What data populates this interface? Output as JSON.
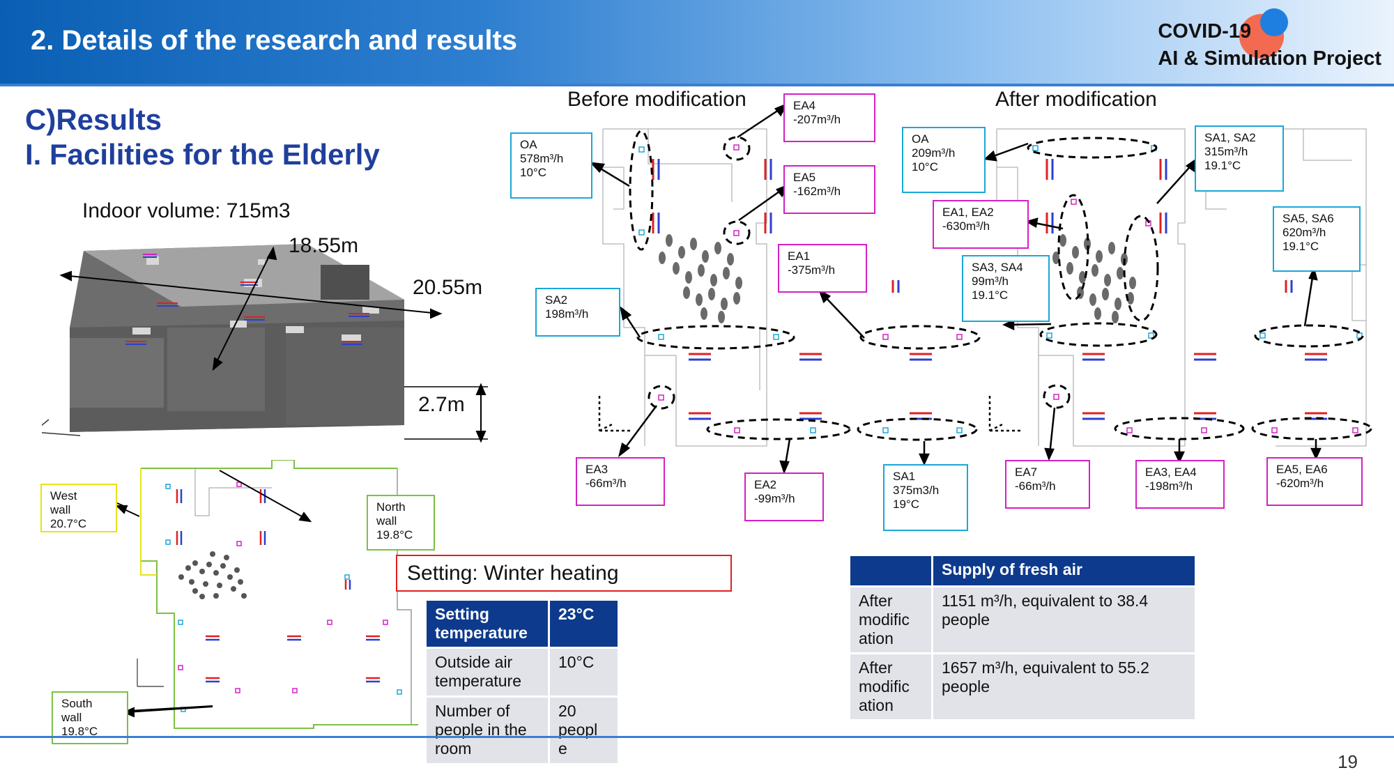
{
  "header": {
    "title": "2. Details of the research and results"
  },
  "logo": {
    "line1": "COVID-19",
    "line2": "AI & Simulation Project"
  },
  "section": {
    "results": "C)Results",
    "facility": "I. Facilities for the Elderly"
  },
  "model": {
    "volume": "Indoor volume: 715m3",
    "dim_a": "18.55m",
    "dim_b": "20.55m",
    "dim_c": "2.7m"
  },
  "walls": {
    "west": {
      "name": "West",
      "kind": "wall",
      "temp": "20.7°C"
    },
    "north": {
      "name": "North",
      "kind": "wall",
      "temp": "19.8°C"
    },
    "south": {
      "name": "South",
      "kind": "wall",
      "temp": "19.8°C"
    }
  },
  "before": {
    "title": "Before modification",
    "oa": {
      "name": "OA",
      "flow": "578m³/h",
      "temp": "10°C"
    },
    "ea4": {
      "name": "EA4",
      "flow": "-207m³/h"
    },
    "ea5": {
      "name": "EA5",
      "flow": "-162m³/h"
    },
    "ea1": {
      "name": "EA1",
      "flow": "-375m³/h"
    },
    "sa2": {
      "name": "SA2",
      "flow": "198m³/h"
    },
    "ea3": {
      "name": "EA3",
      "flow": "-66m³/h"
    },
    "ea2": {
      "name": "EA2",
      "flow": "-99m³/h"
    }
  },
  "after": {
    "title": "After modification",
    "oa": {
      "name": "OA",
      "flow": "209m³/h",
      "temp": "10°C"
    },
    "sa12": {
      "name": "SA1, SA2",
      "flow": "315m³/h",
      "temp": "19.1°C"
    },
    "ea12": {
      "name": "EA1, EA2",
      "flow": "-630m³/h"
    },
    "sa56": {
      "name": "SA5, SA6",
      "flow": "620m³/h",
      "temp": "19.1°C"
    },
    "sa34": {
      "name": "SA3, SA4",
      "flow": "99m³/h",
      "temp": "19.1°C"
    },
    "sa1": {
      "name": "SA1",
      "flow": "375m3/h",
      "temp": "19°C"
    },
    "ea7": {
      "name": "EA7",
      "flow": "-66m³/h"
    },
    "ea34": {
      "name": "EA3, EA4",
      "flow": "-198m³/h"
    },
    "ea56": {
      "name": "EA5, EA6",
      "flow": "-620m³/h"
    }
  },
  "setting": {
    "label": "Setting: Winter heating"
  },
  "settings_table": {
    "header": [
      "Setting temperature",
      "23°C"
    ],
    "rows": [
      [
        "Outside air temperature",
        "10°C"
      ],
      [
        "Number of people in the room",
        "20 peopl e"
      ]
    ]
  },
  "fresh_air_table": {
    "header": [
      "",
      "Supply of fresh air"
    ],
    "rows": [
      [
        "After modific ation",
        "1151 m³/h, equivalent to 38.4 people"
      ],
      [
        "After modific ation",
        "1657 m³/h, equivalent to 55.2 people"
      ]
    ]
  },
  "page_number": "19",
  "colors": {
    "header": "#0a5fb4",
    "heading": "#1f3f9c",
    "table_header": "#0d3a8c",
    "cyan_box": "#1aa7d8",
    "magenta_box": "#d420c4"
  }
}
